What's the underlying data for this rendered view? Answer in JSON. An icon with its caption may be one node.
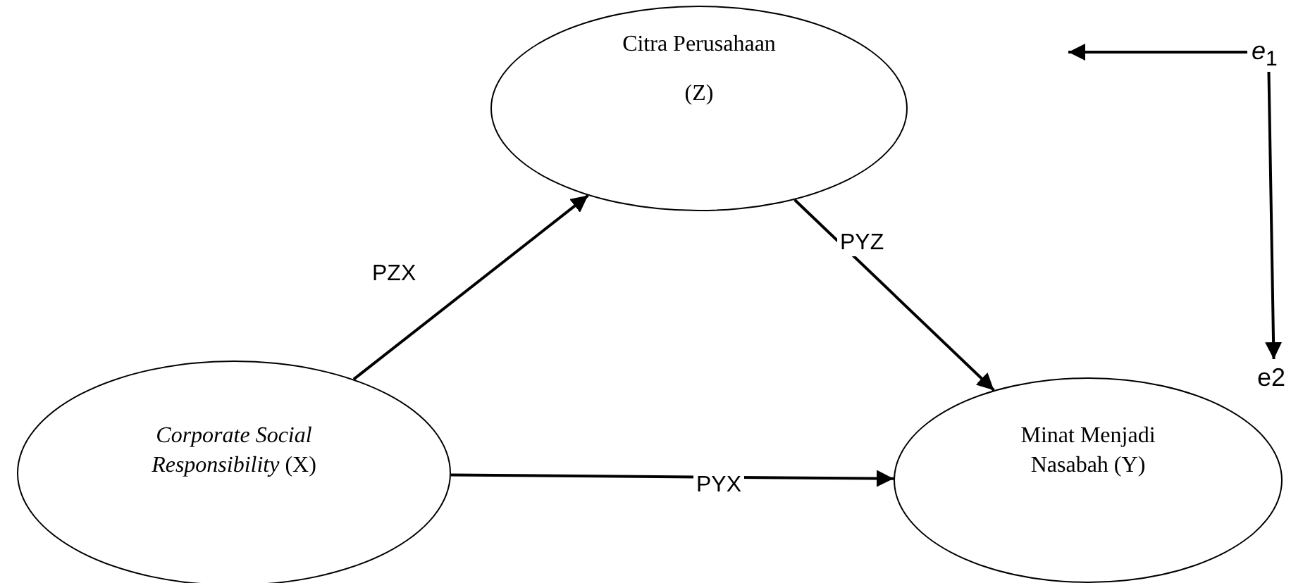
{
  "diagram": {
    "nodes": [
      {
        "text": [
          "Citra Perusahaan",
          "(Z)"
        ]
      },
      {
        "text": [
          "*Corporate Social Responsibility* (X)"
        ]
      },
      {
        "text": [
          "Minat Menjadi Nasabah (Y)"
        ]
      },
      {
        "text": [
          "*e*$_{1}$"
        ]
      },
      {
        "text": [
          "e2"
        ]
      }
    ],
    "edges": [
      {
        "from": 1,
        "to": 0,
        "arrow": "to",
        "label": "PZX"
      },
      {
        "from": 0,
        "to": 2,
        "arrow": "to",
        "label": "PYZ"
      },
      {
        "from": 1,
        "to": 2,
        "arrow": "to",
        "label": "PYX"
      },
      {
        "from": 3,
        "to": null,
        "arrow": "to"
      },
      {
        "from": 3,
        "to": 4,
        "arrow": "to"
      }
    ]
  }
}
